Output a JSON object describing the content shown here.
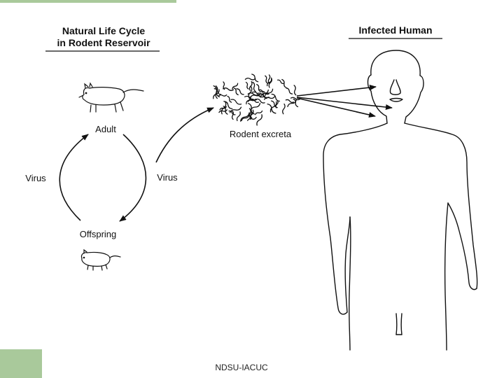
{
  "diagram": {
    "left_heading": [
      "Natural Life Cycle",
      "in Rodent Reservoir"
    ],
    "right_heading": "Infected Human",
    "nodes": {
      "adult": "Adult",
      "offspring": "Offspring",
      "virus_left": "Virus",
      "virus_right": "Virus",
      "excreta": "Rodent excreta"
    },
    "icons": [
      "adult-rat-icon",
      "young-rat-icon",
      "human-figure-icon",
      "excreta-particles-icon"
    ]
  },
  "footer": "NDSU-IACUC",
  "colors": {
    "accent": "#a9c99b",
    "ink": "#111111"
  }
}
